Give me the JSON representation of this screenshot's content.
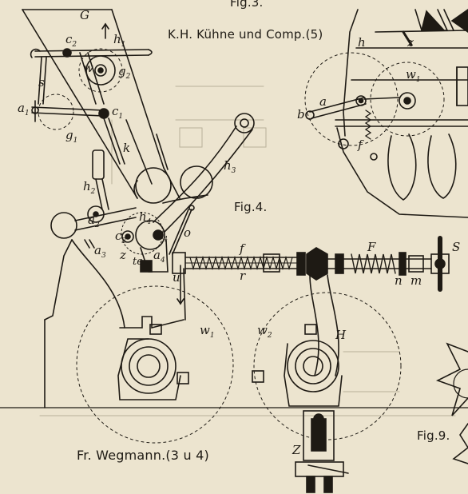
{
  "captions": {
    "fig3": "Fig.3.",
    "fig4": "Fig.4.",
    "fig9": "Fig.9.",
    "kuehne": "K.H. Kühne und Comp.(5)",
    "wegmann": "Fr. Wegmann.(3 u 4)"
  },
  "labels": {
    "G": "G",
    "c2": "c",
    "c2_sub": "2",
    "h1": "h",
    "h1_sub": "1",
    "w": "w",
    "g2": "g",
    "g2_sub": "2",
    "s": "s",
    "a1": "a",
    "a1_sub": "1",
    "c1": "c",
    "c1_sub": "1",
    "g1": "g",
    "g1_sub": "1",
    "k": "k",
    "h3": "h",
    "h3_sub": "3",
    "h2": "h",
    "h2_sub": "2",
    "a2": "a",
    "a2_sub": "2",
    "h4": "h",
    "h4_sub": "4",
    "c3": "c",
    "c3_sub": "3",
    "c4": "c",
    "c4_sub": "4",
    "o": "o",
    "a3": "a",
    "a3_sub": "3",
    "z": "z",
    "a4": "a",
    "a4_sub": "4",
    "te": "te",
    "u": "u",
    "f": "f",
    "r": "r",
    "F": "F",
    "n": "n",
    "m": "m",
    "S": "S",
    "w1": "w",
    "w1_sub": "1",
    "w2": "w",
    "w2_sub": "2",
    "H": "H",
    "Z": "Z",
    "fig3_h": "h",
    "fig3_z": "z",
    "fig3_w1": "w",
    "fig3_w1_sub": "1",
    "fig3_a": "a",
    "fig3_b": "b",
    "fig3_f": "f"
  },
  "colors": {
    "paper": "#ece4cf",
    "ink": "#1e1a14",
    "faint": "#b9b09a"
  }
}
